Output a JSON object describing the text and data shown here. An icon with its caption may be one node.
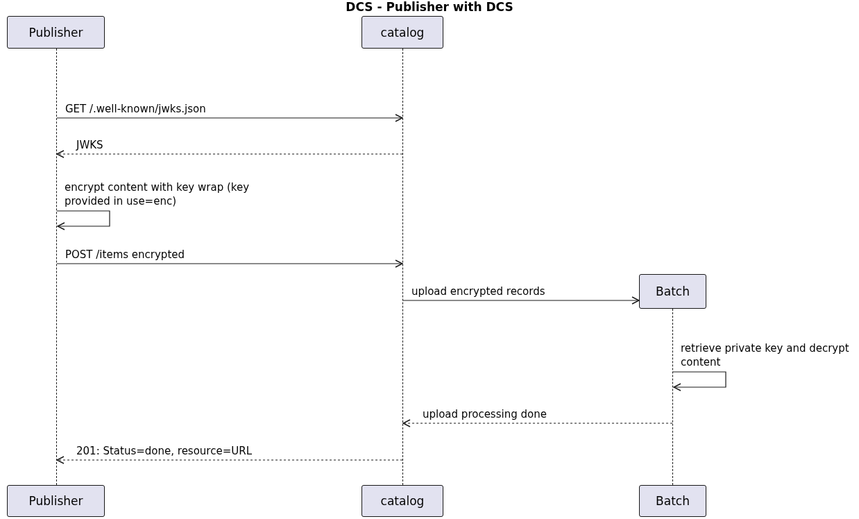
{
  "diagram": {
    "title": "DCS -  Publisher with DCS",
    "nodes": [
      {
        "text": [
          "Publisher"
        ]
      },
      {
        "text": [
          "catalog"
        ]
      },
      {
        "text": [],
        "shape": "bar"
      },
      {
        "text": [],
        "shape": "bar"
      },
      {
        "text": [
          "Batch"
        ]
      },
      {
        "text": [],
        "shape": "bar"
      },
      {
        "text": [
          "Publisher"
        ]
      },
      {
        "text": [
          "catalog"
        ]
      },
      {
        "text": [
          "Batch"
        ]
      }
    ],
    "edges": [
      {
        "from": 2,
        "to": 3,
        "arrow": "to",
        "label": "GET /.well-known/jwks.json"
      },
      {
        "from": 3,
        "to": 2,
        "arrow": "to",
        "label": "JWKS",
        "style": "dashed"
      },
      {
        "from": 2,
        "to": 2,
        "arrow": "to",
        "label": "encrypt content with key wrap (key provided in use=enc)"
      },
      {
        "from": 2,
        "to": 3,
        "arrow": "to",
        "label": "POST /items encrypted"
      },
      {
        "from": 3,
        "to": 4,
        "arrow": "to",
        "label": "upload encrypted records"
      },
      {
        "from": 5,
        "to": 5,
        "arrow": "to",
        "label": "retrieve private key and decrypt content"
      },
      {
        "from": 5,
        "to": 3,
        "arrow": "to",
        "label": "upload processing done",
        "style": "dashed"
      },
      {
        "from": 3,
        "to": 2,
        "arrow": "to",
        "label": "201: Status=done, resource=URL",
        "style": "dashed"
      }
    ]
  }
}
